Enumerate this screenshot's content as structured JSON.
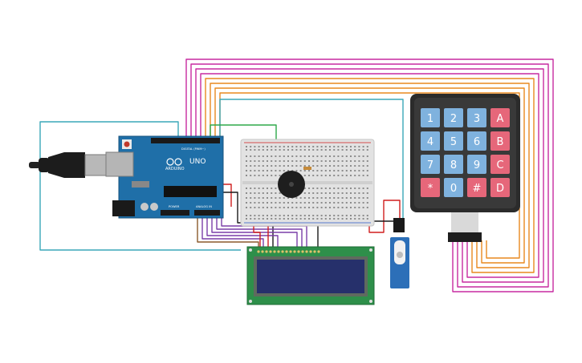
{
  "arduino": {
    "model": "UNO",
    "brand": "ARDUINO",
    "header_digital": "DIGITAL (PWM~)",
    "header_power": "POWER",
    "header_analog": "ANALOG IN",
    "board_color": "#1f6fa8"
  },
  "keypad": {
    "keys": [
      "1",
      "2",
      "3",
      "A",
      "4",
      "5",
      "6",
      "B",
      "7",
      "8",
      "9",
      "C",
      "*",
      "0",
      "#",
      "D"
    ],
    "digit_key_color": "#7fb2de",
    "letter_key_color": "#e6677a",
    "body_color": "#2b2b2b"
  },
  "lcd": {
    "screen_color": "#26306b",
    "pcb_color": "#2e8f4a"
  },
  "wire_colors": {
    "keypad_a": "#c72aa0",
    "keypad_b": "#e8891f",
    "signal": "#1a1a1a",
    "power": "#d01e1e",
    "teal": "#3aa7b8",
    "green": "#2ea84a",
    "brown": "#8a5a2b",
    "violet": "#7a3fa8"
  }
}
